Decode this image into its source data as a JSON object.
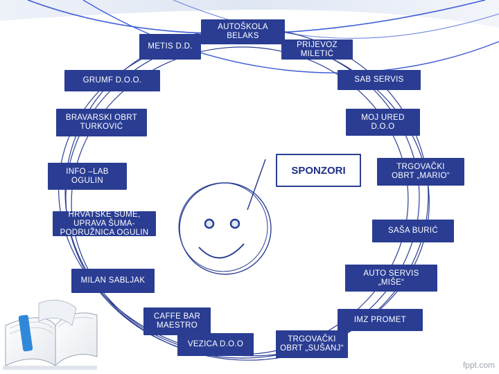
{
  "diagram": {
    "center_label": "SPONZORI",
    "sponsors": [
      "AUTOŠKOLA\nBELAKS",
      "METIS D.D.",
      "PRIJEVOZ\nMILETIĆ",
      "GRUMF D.O.O.",
      "SAB SERVIS",
      "BRAVARSKI OBRT\nTURKOVIĆ",
      "MOJ URED\nD.O.O",
      "INFO –LAB\nOGULIN",
      "TRGOVAČKI\nOBRT „MARIO“",
      "HRVATSKE ŠUME,\nUPRAVA ŠUMA-\nPODRUŽNICA OGULIN",
      "SAŠA BURIĆ",
      "AUTO SERVIS\n„MIŠE“",
      "MILAN SABLJAK",
      "CAFFE BAR\nMAESTRO",
      "IMZ PROMET",
      "VEZICA D.O.O",
      "TRGOVAČKI\nOBRT „SUŠANJ“"
    ]
  },
  "colors": {
    "box_fill": "#2a3d93",
    "line": "#2a3d93",
    "background": "#ffffff"
  },
  "watermark": "fppt.com"
}
